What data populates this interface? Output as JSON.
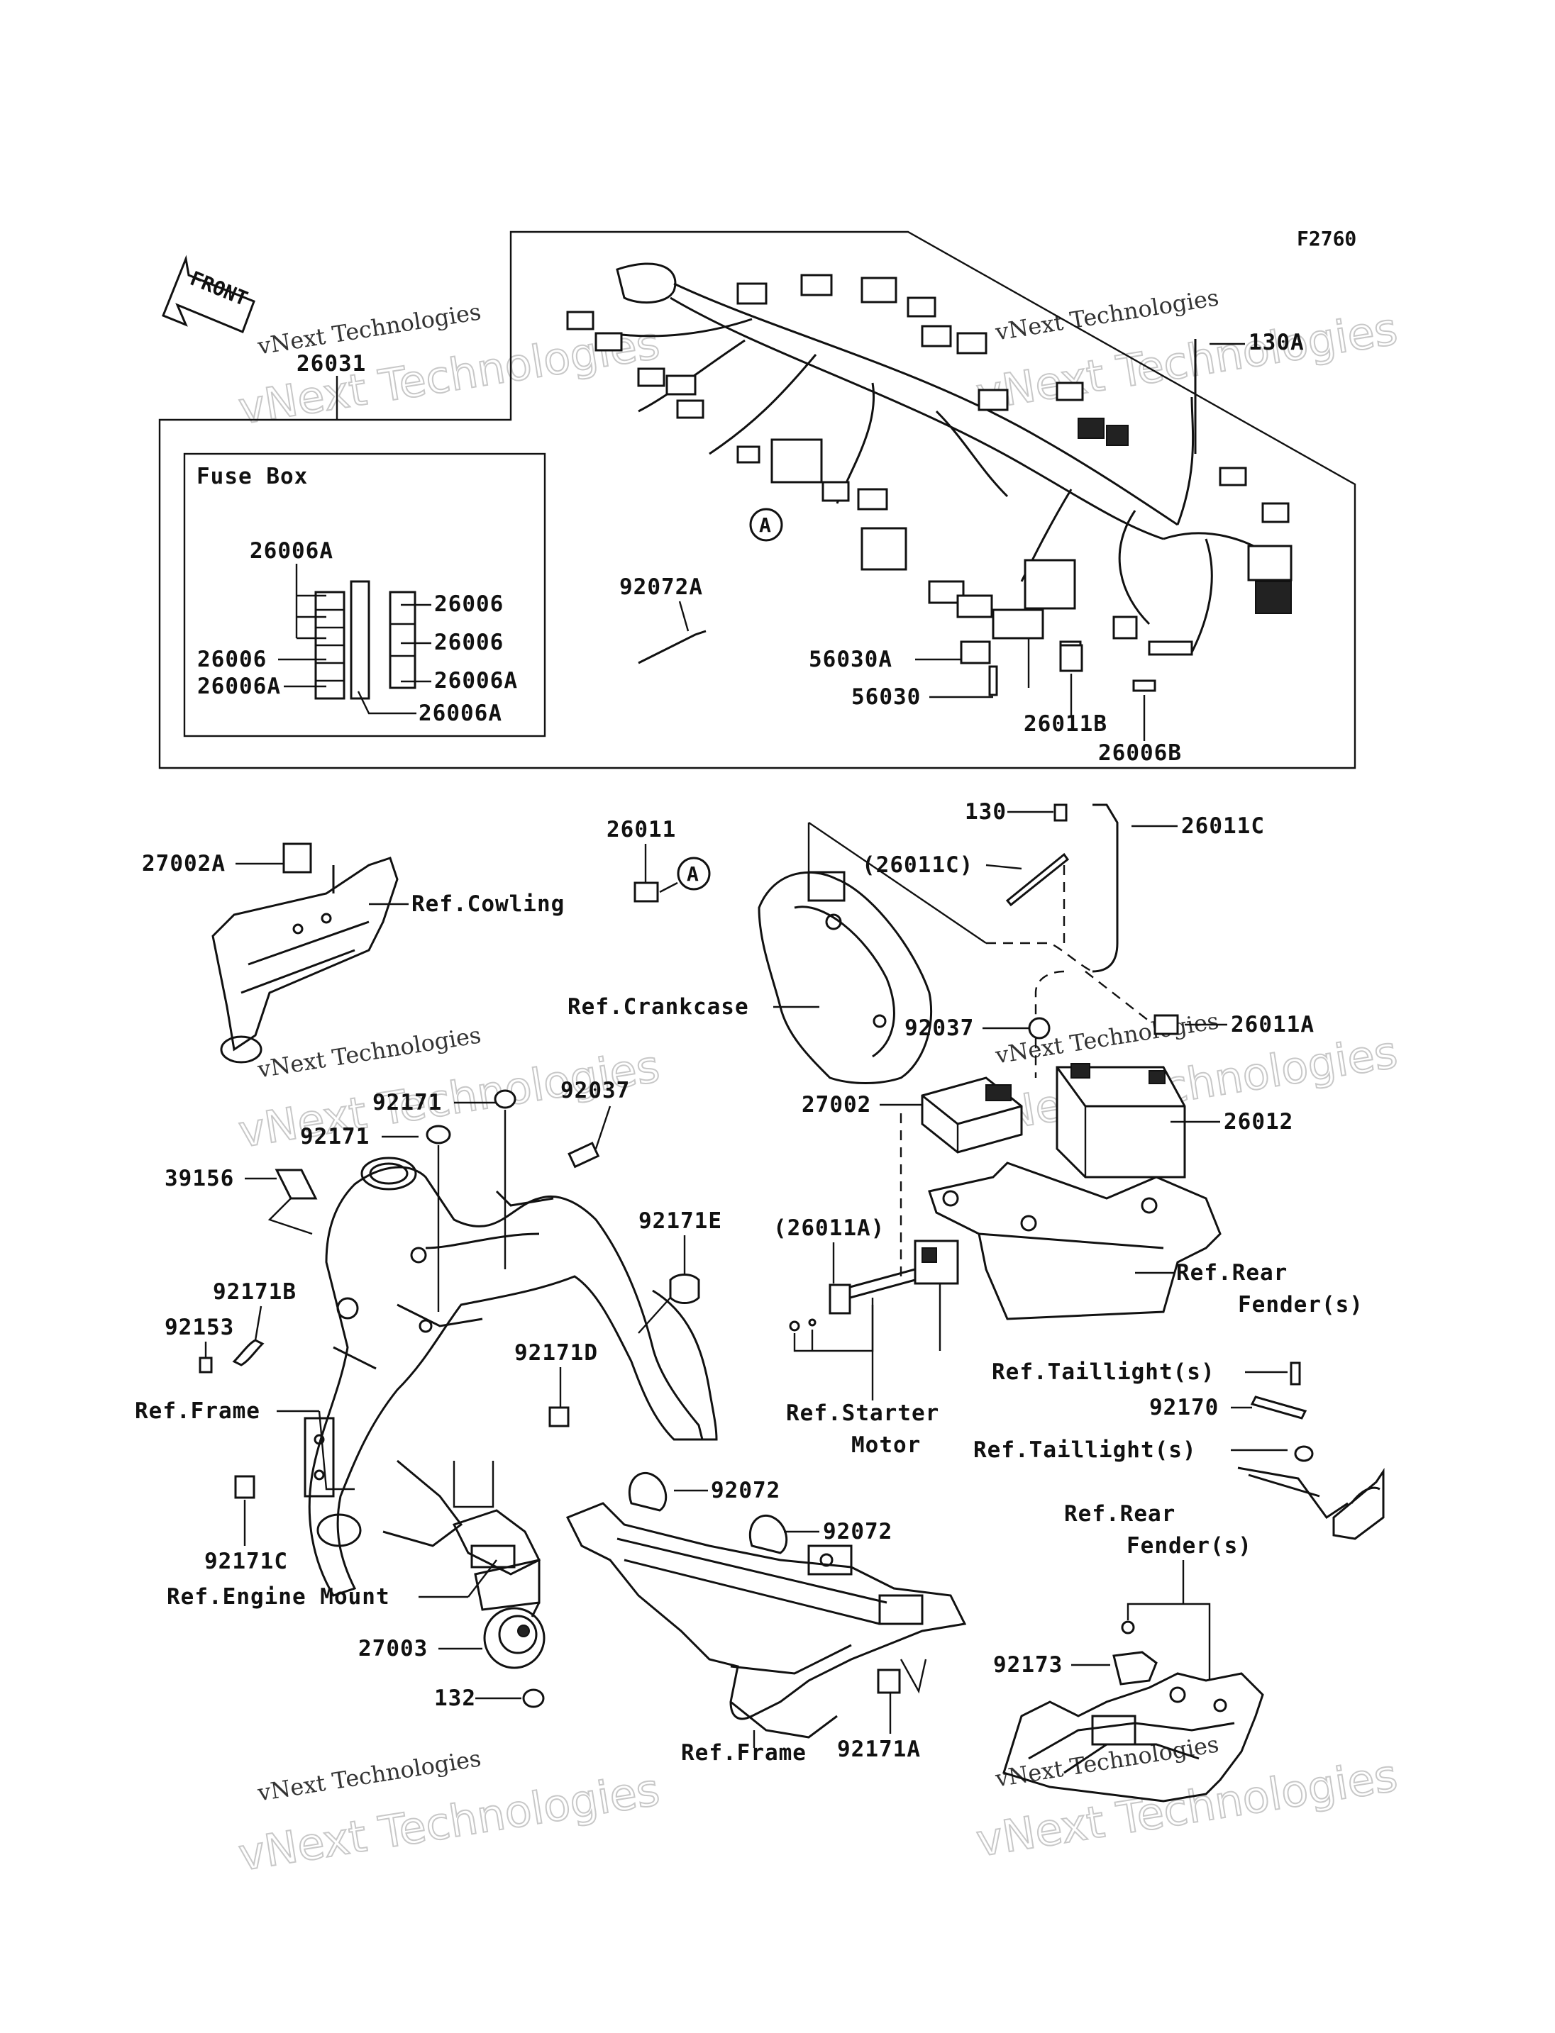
{
  "figure_code": "F2760",
  "front_label": "FRONT",
  "fuse_box_title": "Fuse Box",
  "callout_circle": "A",
  "watermark_line1": "vNext Technologies",
  "watermark_line2": "vNext Technologies",
  "labels": {
    "p26031": "26031",
    "p130A": "130A",
    "p92072A": "92072A",
    "p26006A_top": "26006A",
    "p26006_r1": "26006",
    "p26006_r2": "26006",
    "p26006A_r3": "26006A",
    "p26006_l": "26006",
    "p26006A_l": "26006A",
    "p26006A_bottom": "26006A",
    "p56030A": "56030A",
    "p56030": "56030",
    "p26011B": "26011B",
    "p26006B": "26006B",
    "p27002A": "27002A",
    "ref_cowling": "Ref.Cowling",
    "p26011": "26011",
    "p130": "130",
    "p26011C": "26011C",
    "p26011C_paren": "(26011C)",
    "ref_crankcase": "Ref.Crankcase",
    "p92037_a": "92037",
    "p26011A": "26011A",
    "p27002": "27002",
    "p26012": "26012",
    "p92171_a": "92171",
    "p92171_b": "92171",
    "p92037_b": "92037",
    "p39156": "39156",
    "p92171E": "92171E",
    "p92171B": "92171B",
    "p92153": "92153",
    "p26011A_paren": "(26011A)",
    "ref_rear_fender_1a": "Ref.Rear",
    "ref_rear_fender_1b": "Fender(s)",
    "p92171D": "92171D",
    "ref_taillight_1": "Ref.Taillight(s)",
    "ref_frame_1": "Ref.Frame",
    "ref_starter_a": "Ref.Starter",
    "ref_starter_b": "Motor",
    "p92170": "92170",
    "ref_taillight_2": "Ref.Taillight(s)",
    "p92072_a": "92072",
    "p92072_b": "92072",
    "p92171C": "92171C",
    "ref_engine_mount": "Ref.Engine Mount",
    "ref_rear_fender_2a": "Ref.Rear",
    "ref_rear_fender_2b": "Fender(s)",
    "p27003": "27003",
    "p132": "132",
    "p92173": "92173",
    "ref_frame_2": "Ref.Frame",
    "p92171A": "92171A"
  }
}
